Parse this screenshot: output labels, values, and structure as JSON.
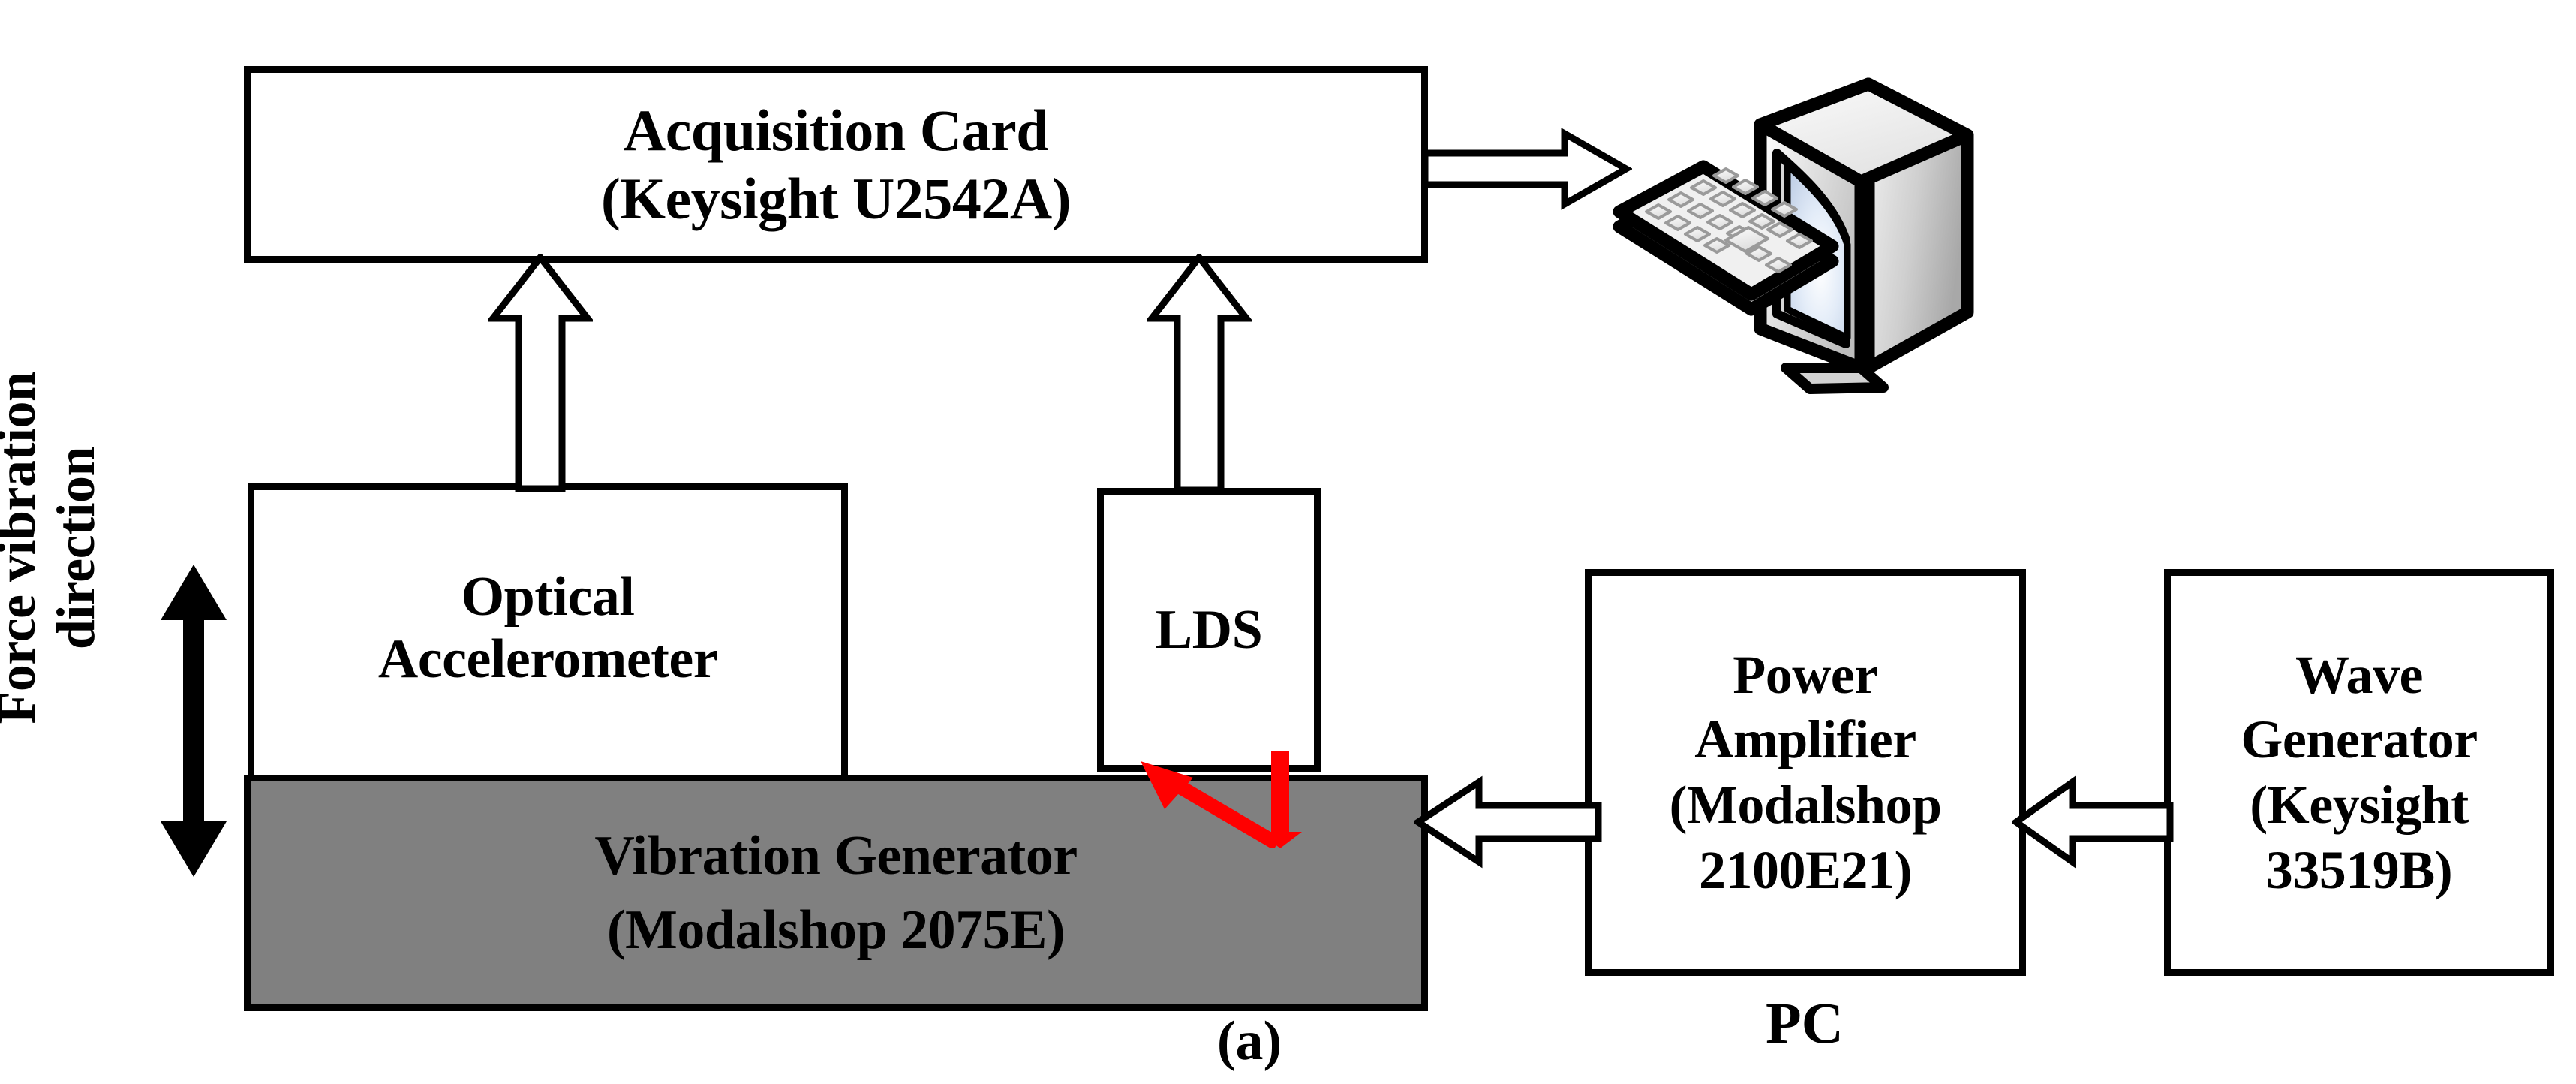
{
  "figure": {
    "caption": "(a)",
    "type": "experimental-setup-block-diagram"
  },
  "blocks": {
    "acquisition_card": {
      "line1": "Acquisition Card",
      "line2": "(Keysight U2542A)",
      "fill": "#ffffff"
    },
    "optical_accelerometer": {
      "line1": "Optical",
      "line2": "Accelerometer",
      "fill": "#ffffff"
    },
    "lds": {
      "line1": "LDS",
      "fill": "#ffffff"
    },
    "vibration_generator": {
      "line1": "Vibration Generator",
      "line2": "(Modalshop 2075E)",
      "fill": "#808080"
    },
    "power_amplifier": {
      "line1": "Power",
      "line2": "Amplifier",
      "line3": "(Modalshop",
      "line4": "2100E21)",
      "fill": "#ffffff"
    },
    "wave_generator": {
      "line1": "Wave",
      "line2": "Generator",
      "line3": "(Keysight",
      "line4": "33519B)",
      "fill": "#ffffff"
    }
  },
  "labels": {
    "force_direction_line1": "Force vibration",
    "force_direction_line2": "direction",
    "pc": "PC"
  },
  "colors": {
    "stroke": "#000000",
    "laser_red": "#FF0000",
    "shaker_gray": "#808080",
    "monitor_screen": "#c9d7ea",
    "monitor_body": "#e8e8e8",
    "background": "#ffffff"
  },
  "connectors": [
    {
      "name": "acq-card-to-pc",
      "style": "hollow-block-arrow",
      "direction": "right"
    },
    {
      "name": "accelerometer-to-acq-card",
      "style": "hollow-block-arrow",
      "direction": "up"
    },
    {
      "name": "lds-to-acq-card",
      "style": "hollow-block-arrow",
      "direction": "up"
    },
    {
      "name": "power-amplifier-to-vibration-generator",
      "style": "hollow-block-arrow",
      "direction": "left"
    },
    {
      "name": "wave-generator-to-power-amplifier",
      "style": "hollow-block-arrow",
      "direction": "left"
    },
    {
      "name": "force-vibration-direction",
      "style": "solid-double-arrow",
      "direction": "vertical"
    },
    {
      "name": "lds-laser-beam",
      "style": "solid-line-arrow",
      "color": "#FF0000",
      "direction": "down"
    },
    {
      "name": "lds-laser-return",
      "style": "solid-line-arrow",
      "color": "#FF0000",
      "direction": "up-left"
    }
  ]
}
